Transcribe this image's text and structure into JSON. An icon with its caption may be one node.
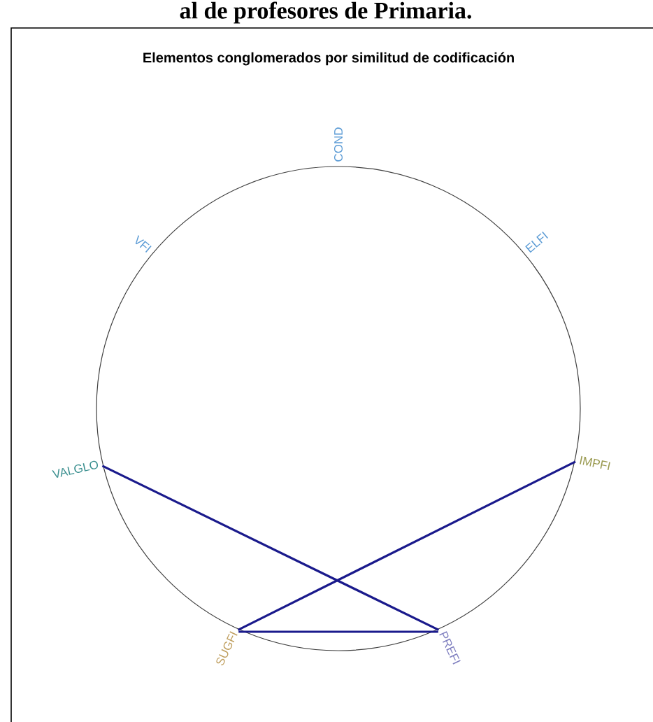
{
  "diagram": {
    "title": "Elementos conglomerados por similitud de codificación",
    "nodes": [
      {
        "text": [
          "COND"
        ]
      },
      {
        "text": [
          "ELFI"
        ]
      },
      {
        "text": [
          "IMPFI"
        ]
      },
      {
        "text": [
          "PREFI"
        ]
      },
      {
        "text": [
          "SUGFI"
        ]
      },
      {
        "text": [
          "VALGLO"
        ]
      },
      {
        "text": [
          "VFI"
        ]
      }
    ],
    "edges": [
      {
        "from": 5,
        "to": 3,
        "arrow": "none"
      },
      {
        "from": 2,
        "to": 4,
        "arrow": "none"
      },
      {
        "from": 4,
        "to": 3,
        "arrow": "none"
      }
    ],
    "labels": [
      "al de profesores de Primaria."
    ]
  }
}
